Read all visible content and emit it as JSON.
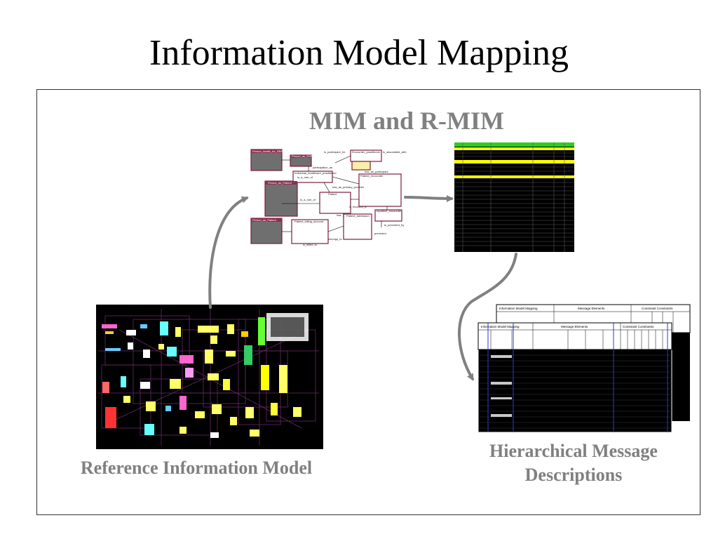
{
  "slide": {
    "title": "Information Model Mapping"
  },
  "labels": {
    "mim": "MIM and R-MIM",
    "rim": "Reference Information Model",
    "hmd": "Hierarchical Message Descriptions"
  },
  "colors": {
    "title_text": "#000000",
    "label_text": "#808080",
    "arrow": "#808080",
    "rim_background": "#000000",
    "rmim_box_border": "#7a1f3d",
    "rmim_grey_box": "#6f6f6f",
    "table_header_green": "#2ecc1e",
    "table_highlight_yellow": "#ffff00"
  },
  "rmim": {
    "classes": [
      "Person_health_for_RBR",
      "Person_as_RSR",
      "Person_as_Patient",
      "Person_as_Patient",
      "Encounter_practitioner",
      "Individual_healthcare_practitioner",
      "Patient",
      "Patient_encounter",
      "Patient_billing_account",
      "Patient_admission",
      "Inpatient_encounter"
    ],
    "relations": [
      "is_participant_for",
      "is_associated_with",
      "participation_as",
      "has_as_participant",
      "is_a_role_of",
      "is_a_role_of",
      "has_as_primary_provider",
      "is_primary_provider_for",
      "is_involved_in",
      "has",
      "is_preceded_by",
      "preceded",
      "is_billed_to",
      "belongs_to"
    ]
  },
  "hmd_table": {
    "columns": [
      "Information Model Mapping",
      "Message Elements",
      "Constraint Constraints"
    ]
  }
}
